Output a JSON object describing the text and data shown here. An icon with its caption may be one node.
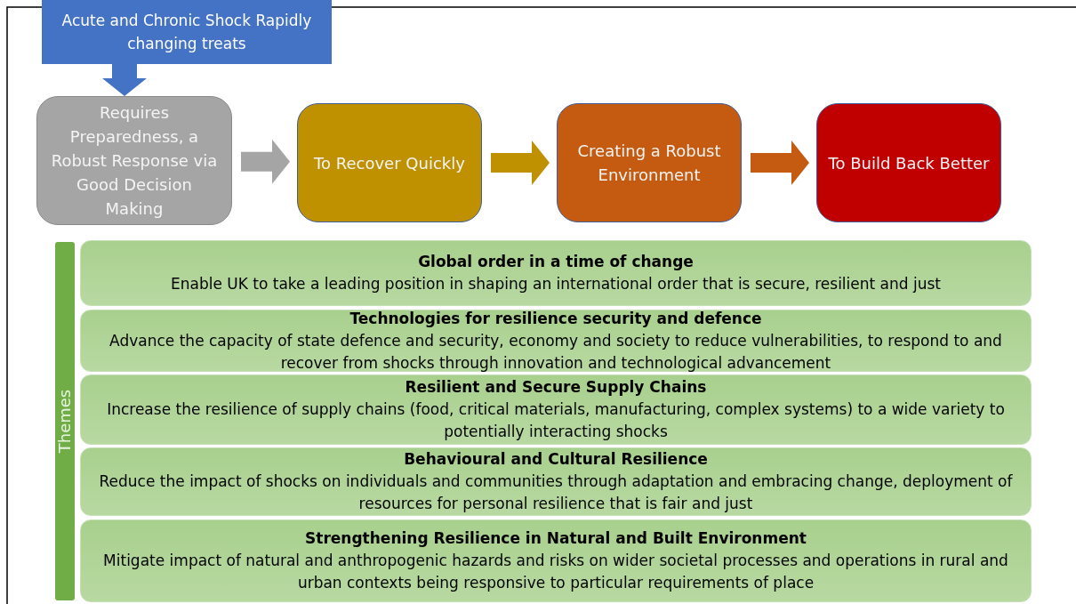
{
  "diagram": {
    "nodes": [
      {
        "text": [
          "Acute and Chronic Shock Rapidly changing treats"
        ]
      },
      {
        "text": [
          "Requires Preparedness,  a Robust Response via Good Decision Making"
        ]
      },
      {
        "text": [
          "To Recover Quickly"
        ]
      },
      {
        "text": [
          "Creating a Robust Environment"
        ]
      },
      {
        "text": [
          "To Build Back Better"
        ]
      },
      {
        "text": [
          "Themes"
        ]
      },
      {
        "text": [
          "Global order in a time of change",
          "Enable UK to take a leading position in shaping an international order that is secure, resilient and just"
        ]
      },
      {
        "text": [
          "Technologies for resilience security and defence",
          "Advance the capacity of state defence and security, economy and society to reduce vulnerabilities, to respond to and recover from shocks through innovation and technological advancement"
        ]
      },
      {
        "text": [
          "Resilient and Secure Supply Chains",
          "Increase the resilience of supply chains (food, critical materials, manufacturing, complex systems)  to a wide variety to potentially interacting shocks"
        ]
      },
      {
        "text": [
          "Behavioural and Cultural Resilience",
          "Reduce the impact of shocks on individuals and communities through adaptation and embracing change, deployment of resources for personal resilience that is fair and just"
        ]
      },
      {
        "text": [
          "Strengthening Resilience in Natural and Built Environment",
          "Mitigate impact of natural and anthropogenic hazards and risks on wider societal processes and operations in rural and urban contexts being responsive to particular requirements of place"
        ]
      }
    ],
    "edges": [
      {
        "from": 0,
        "to": 1,
        "arrow": "to",
        "color": "#4472c4"
      },
      {
        "from": 1,
        "to": 2,
        "arrow": "to",
        "color": "#a5a5a5"
      },
      {
        "from": 2,
        "to": 3,
        "arrow": "to",
        "color": "#bf9000"
      },
      {
        "from": 3,
        "to": 4,
        "arrow": "to",
        "color": "#c55a11"
      }
    ]
  }
}
